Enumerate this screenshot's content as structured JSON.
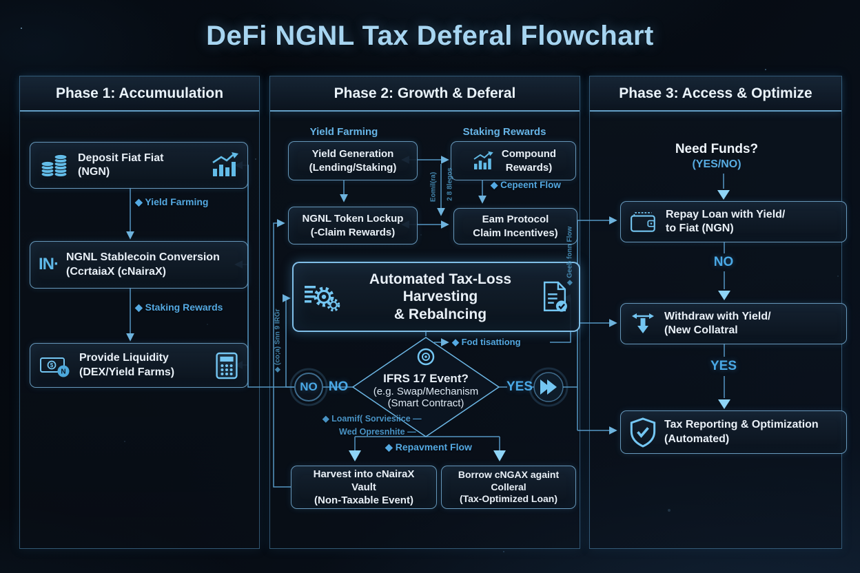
{
  "title": "DeFi NGNL Tax Deferal Flowchart",
  "colors": {
    "accent": "#74c6f2",
    "title": "#a7d5f1",
    "box_border": "#7db9e1",
    "label_blue": "#54a9e2"
  },
  "icon_glyphs": {
    "dollar": "$",
    "naira": "N"
  },
  "phase1": {
    "header": "Phase 1: Accumuulation",
    "deposit": {
      "line1": "Deposit Fiat Fiat",
      "line2": "(NGN)"
    },
    "yield_label": "◆ Yield Farming",
    "conversion": {
      "icon_text": "IN·",
      "line1": "NGNL Stablecoin Conversion",
      "line2": "(CcrtaiaX (cNairaX)"
    },
    "staking_label": "◆ Staking Rewards",
    "liquidity": {
      "line1": "Provide Liquidity",
      "line2": "(DEX/Yield Farms)"
    }
  },
  "phase2": {
    "header": "Phase 2: Growth & Deferal",
    "yield_farming_col": "Yield Farming",
    "staking_rewards_col": "Staking Rewards",
    "yield_generation": {
      "line1": "Yield Generation",
      "line2": "(Lending/Staking)"
    },
    "compound": {
      "line1": "Compound",
      "line2": "Rewards)"
    },
    "mid_vertical_left": "Eomil(ra)",
    "mid_vertical_right": "2 8 8legos",
    "cepeent_label": "◆ Cepeent Flow",
    "lockup": {
      "line1": "NGNL Token Lockup",
      "line2": "(-Claim Rewards)"
    },
    "earn": {
      "line1": "Eam Protocol",
      "line2": "Claim Incentives)"
    },
    "harvesting": {
      "line1": "Automated Tax-Loss",
      "line2": "Harvesting",
      "line3": "& Rebalncing"
    },
    "fod_label": "◆ Fod tisattiong",
    "decision": {
      "line1": "IFRS 17 Event?",
      "line2": "(e.g. Swap/Mechanism",
      "line3": "(Smart Contract)"
    },
    "no_circle": "NO",
    "no_text": "NO",
    "yes_text": "YES",
    "loan_label": "◆ Loamif( Sorviesiice —",
    "wed_label": "Wed Opresnhite —",
    "repayment_label": "◆ Repavment Flow",
    "harvest_box": {
      "line1": "Harvest into cNairaX Vault",
      "line2": "(Non-Taxable Event)"
    },
    "borrow_box": {
      "line1": "Borrow cNGAX againt",
      "line2": "Colleral",
      "line3": "(Tax-Optimized Loan)"
    },
    "no_path_vertical": "◆ (co;a) Snn 9 IRGr",
    "right_vertical": "◆ Geeb fonn Flow"
  },
  "phase3": {
    "header": "Phase 3: Access & Optimize",
    "need_funds": "Need Funds?",
    "yes_no": "(YES/NO)",
    "repay": {
      "line1": "Repay Loan with Yield/",
      "line2": "to Fiat (NGN)"
    },
    "no_label": "NO",
    "withdraw": {
      "line1": "Withdraw with Yield/",
      "line2": "(New Collatral"
    },
    "yes_label": "YES",
    "tax": {
      "line1": "Tax Reporting & Optimization",
      "line2": "(Automated)"
    }
  }
}
